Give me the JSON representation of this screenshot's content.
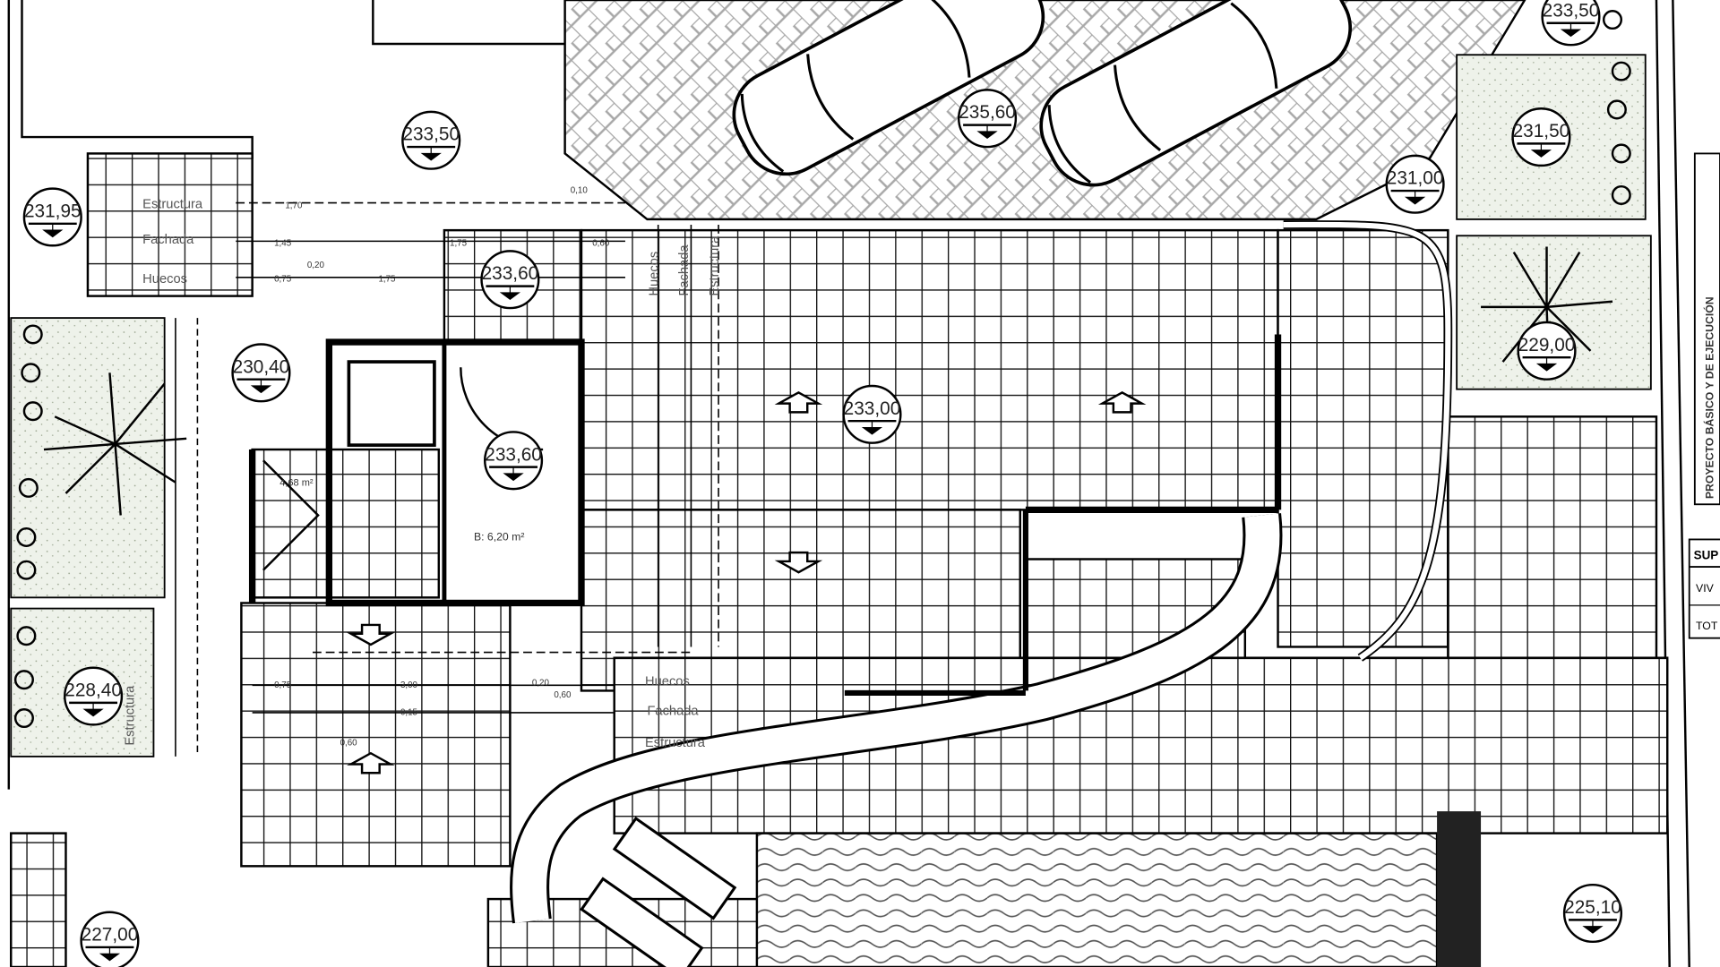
{
  "drawing": {
    "levels": [
      "233,50",
      "233,50",
      "235,60",
      "231,50",
      "231,00",
      "231,95",
      "230,40",
      "233,60",
      "233,60",
      "233,00",
      "229,00",
      "228,40",
      "227,00",
      "225,10"
    ],
    "facade_labels": [
      "Estructura",
      "Fachada",
      "Huecos",
      "Huecos",
      "Fachada",
      "Estructura",
      "Huecos",
      "Fachada",
      "Estructura",
      "Estructura"
    ],
    "area_label": "B: 6,20 m²",
    "area_label_2": "4,68 m²",
    "dimensions": [
      "1,70",
      "1,45",
      "0,75",
      "0,20",
      "1,75",
      "0,10",
      "1,75",
      "0,60",
      "0,75",
      "3,00",
      "0,15",
      "0,60",
      "0,20",
      "0,60"
    ],
    "title_block_text": "PROYECTO BÁSICO Y DE EJECUCIÓN",
    "table": {
      "header": "SUP",
      "rows": [
        "VIV",
        "TOT"
      ]
    },
    "colors": {
      "line": "#000000",
      "garden": "#e9efe3",
      "paving": "#9a9a9a"
    }
  }
}
